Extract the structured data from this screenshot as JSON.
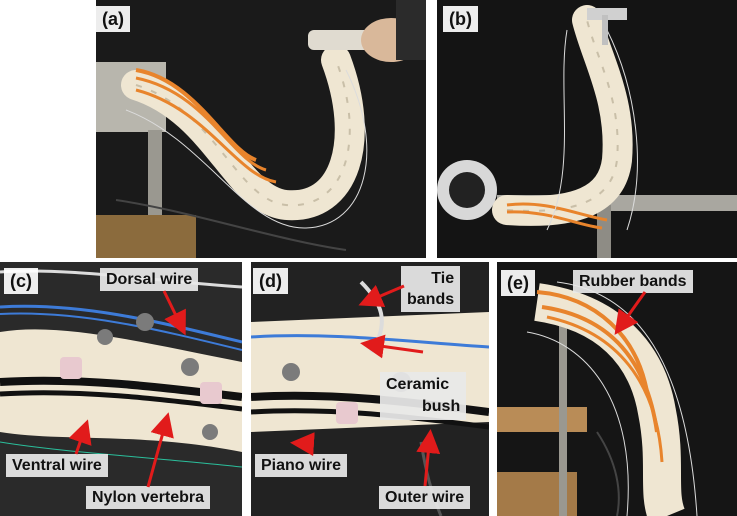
{
  "panels": [
    {
      "tag": "(a)"
    },
    {
      "tag": "(b)"
    },
    {
      "tag": "(c)"
    },
    {
      "tag": "(d)"
    },
    {
      "tag": "(e)"
    }
  ],
  "labels": {
    "dorsal_wire": "Dorsal wire",
    "ventral_wire": "Ventral wire",
    "nylon_vertebra": "Nylon vertebra",
    "tie_bands_1": "Tie",
    "tie_bands_2": "bands",
    "ceramic_bush_1": "Ceramic",
    "ceramic_bush_2": "bush",
    "piano_wire": "Piano wire",
    "outer_wire": "Outer wire",
    "rubber_bands": "Rubber bands"
  },
  "colors": {
    "arrow": "#e11b1b",
    "background_dark": "#1c1c1c",
    "vertebra": "#efe6d2",
    "rubber": "#e8842c",
    "wire_blue": "#3d7bd8"
  }
}
